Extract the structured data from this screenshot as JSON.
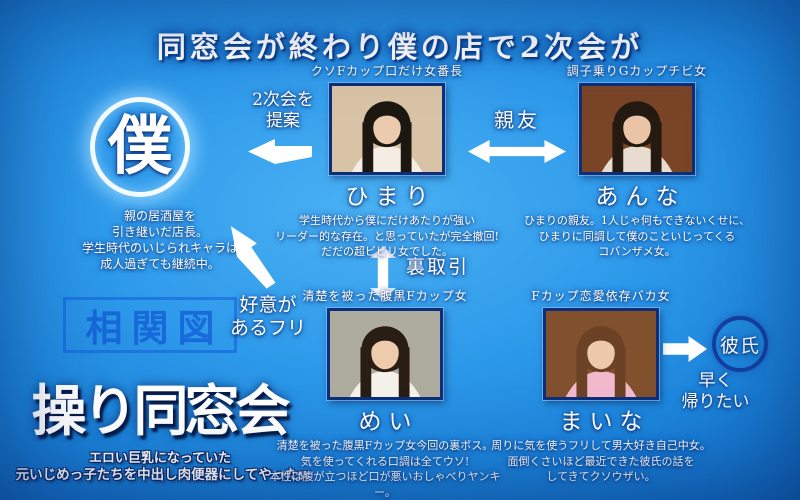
{
  "title": "同窓会が終わり僕の店で2次会が",
  "watermark": "相関図",
  "me": {
    "label": "僕",
    "description": [
      "親の居酒屋を",
      "引き継いだ店長。",
      "学生時代のいじられキャラは",
      "成人過ぎても継続中。"
    ]
  },
  "boyfriend": {
    "label": "彼氏",
    "note": [
      "早く",
      "帰りたい"
    ]
  },
  "relations": {
    "propose": [
      "2次会を",
      "提案"
    ],
    "best_friend": "親友",
    "backroom_deal": "裏取引",
    "fake_affection": [
      "好意が",
      "あるフリ"
    ]
  },
  "characters": [
    {
      "id": "himari",
      "tagline": "クソFカップ口だけ女番長",
      "name": "ひまり",
      "description": [
        "学生時代から僕にだけあたりが強い",
        "リーダー的な存在。と思っていたが完全撤回!",
        "だだの超ビビリ女でした。"
      ],
      "photo": {
        "bg": "#d9c3a6",
        "hair": "#1d1712",
        "skin": "#eccaad",
        "top": "#f3ede4"
      }
    },
    {
      "id": "anna",
      "tagline": "調子乗りGカップチビ女",
      "name": "あんな",
      "description": [
        "ひまりの親友。1人じゃ何もできないくせに、",
        "ひまりに同調して僕のこといじってくる",
        "コバンザメ女。"
      ],
      "photo": {
        "bg": "#7a4527",
        "hair": "#241a12",
        "skin": "#eac4a5",
        "top": "#e7dccf"
      }
    },
    {
      "id": "mei",
      "tagline": "清楚を被った腹黒Fカップ女",
      "name": "めい",
      "description": [
        "清楚を被った腹黒Fカップ女今回の裏ボス。",
        "気を使ってくれる口調は全てウソ!",
        "本性は腹が立つほど口が悪いおしゃべりヤンキー。"
      ],
      "photo": {
        "bg": "#aeab9f",
        "hair": "#2a1e14",
        "skin": "#efcbae",
        "top": "#f4f0ea"
      }
    },
    {
      "id": "maina",
      "tagline": "Fカップ恋愛依存バカ女",
      "name": "まいな",
      "description": [
        "周りに気を使うフリして男大好き自己中女。",
        "面倒くさいほど最近できた彼氏の話を",
        "してきてクソウザい。"
      ],
      "photo": {
        "bg": "#80512c",
        "hair": "#6b4226",
        "skin": "#eec8aa",
        "top": "#f2b8cc"
      }
    }
  ],
  "logo": {
    "title": "操り同窓会",
    "subtitle1": "エロい巨乳になっていた",
    "subtitle2": "元いじめっ子たちを中出し肉便器にしてやったw"
  },
  "colors": {
    "background_blue": "#1f8ce5",
    "deep_navy": "#0a2a6e",
    "watermark_blue": "#1055d7",
    "photo_border_navy": "#0d2f7a",
    "arrow_white": "#ffffff"
  }
}
